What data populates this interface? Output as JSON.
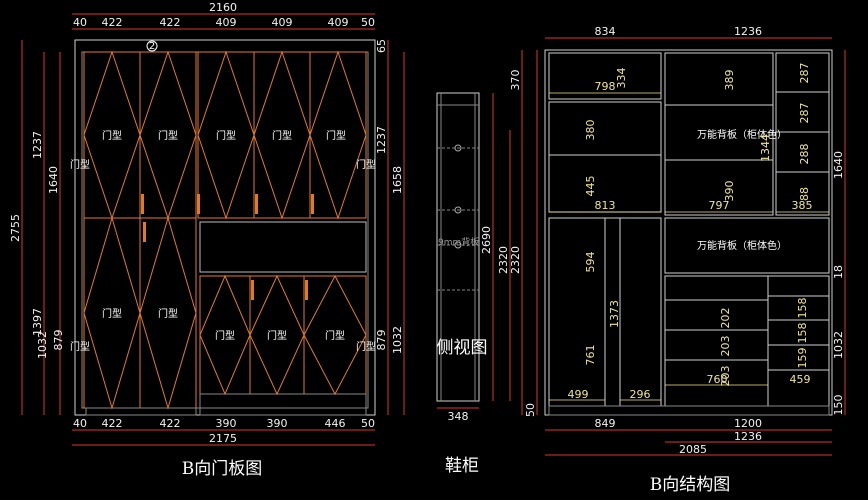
{
  "front_view": {
    "title": "B向门板图",
    "top_total": "2160",
    "top_segments": [
      "40",
      "422",
      "422",
      "409",
      "409",
      "409",
      "50"
    ],
    "bottom_segments": [
      "40",
      "422",
      "422",
      "390",
      "390",
      "446",
      "50"
    ],
    "bottom_total": "2175",
    "left_total": "2755",
    "left_upper_outer": "1237",
    "left_upper_inner": "1640",
    "left_lower_outer": "1397",
    "left_lower_a": "1032",
    "left_lower_b": "879",
    "right_top": "65",
    "right_upper_a": "1237",
    "right_upper_b": "1658",
    "right_lower_a": "879",
    "right_lower_b": "1032",
    "door_label": "门型",
    "marker": "2"
  },
  "side_view": {
    "title": "鞋柜",
    "caption": "侧视图",
    "panel_note": "9mm背板",
    "width": "348",
    "height_a": "2690",
    "height_b": "2320"
  },
  "structure_view": {
    "title": "B向结构图",
    "top_segments": [
      "834",
      "1236"
    ],
    "left_a": "370",
    "left_b": "2320",
    "left_c": "50",
    "right_a": "1640",
    "right_b": "18",
    "right_c": "1032",
    "right_d": "150",
    "panel_label": "万能背板（柜体色）",
    "inner_dims": [
      "798",
      "334",
      "389",
      "287",
      "287",
      "288",
      "88",
      "380",
      "1344",
      "445",
      "390",
      "813",
      "797",
      "385",
      "594",
      "1373",
      "761",
      "202",
      "203",
      "203",
      "158",
      "158",
      "159",
      "760",
      "499",
      "296",
      "459"
    ],
    "bottom_row1": [
      "849",
      "1200"
    ],
    "bottom_row2": "1236",
    "bottom_row3": "2085"
  }
}
